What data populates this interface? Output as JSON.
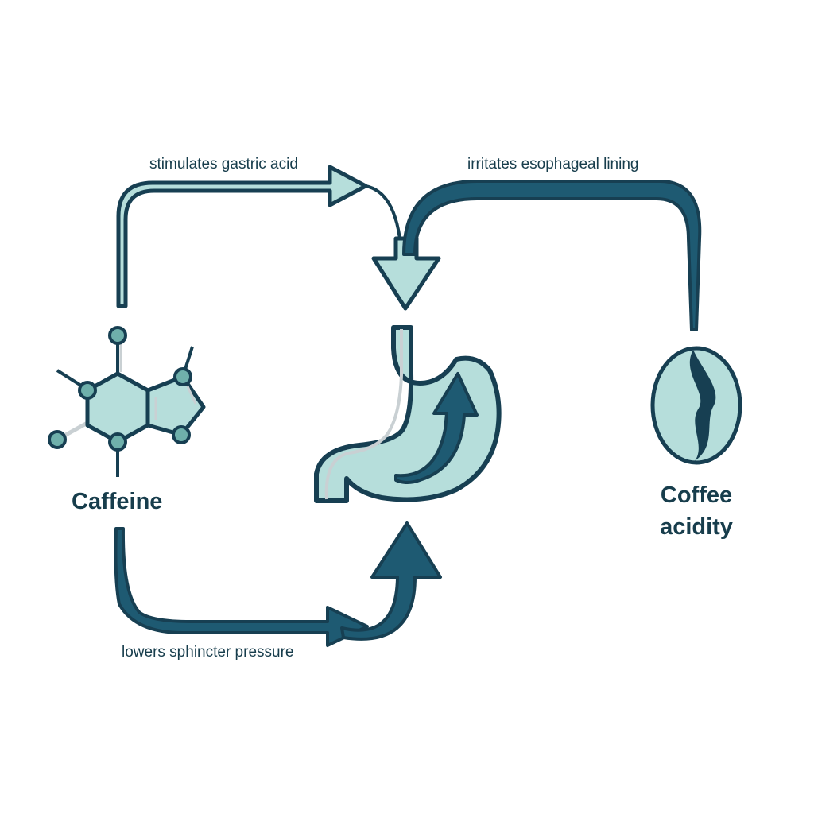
{
  "colors": {
    "dark": "#173f52",
    "teal": "#1e5a72",
    "light": "#b6dedb",
    "node": "#6fb0ab",
    "gray": "#c9d0d3",
    "background": "#ffffff"
  },
  "nodes": {
    "caffeine": {
      "label": "Caffeine",
      "icon": "caffeine-molecule-icon"
    },
    "coffee": {
      "label_line1": "Coffee",
      "label_line2": "acidity",
      "icon": "coffee-bean-icon"
    },
    "stomach": {
      "icon": "stomach-icon"
    }
  },
  "edges": {
    "gastric_acid": {
      "label": "stimulates gastric acid"
    },
    "esophageal": {
      "label": "irritates esophageal lining"
    },
    "sphincter": {
      "label": "lowers sphincter pressure"
    }
  }
}
